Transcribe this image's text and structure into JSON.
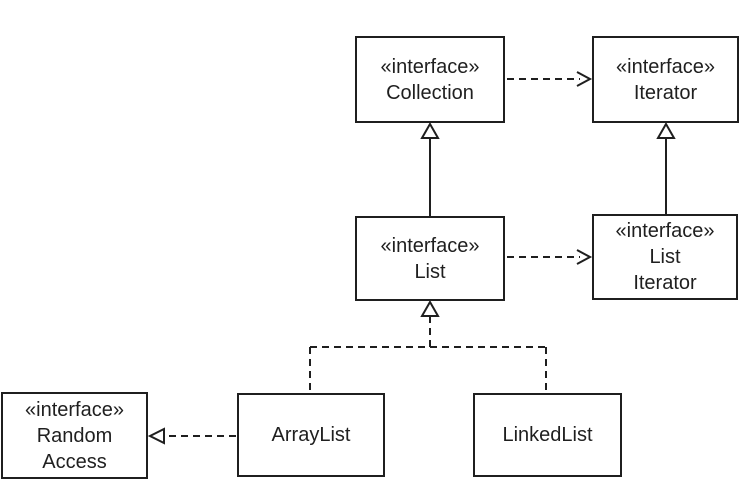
{
  "diagram": {
    "type": "uml-class-diagram",
    "subject": "Java collections interfaces and implementations",
    "colors": {
      "background": "#ffffff",
      "ink": "#1f1f1f"
    },
    "nodes": {
      "collection": {
        "lines": [
          "«interface»",
          "Collection"
        ]
      },
      "iterator": {
        "lines": [
          "«interface»",
          "Iterator"
        ]
      },
      "list": {
        "lines": [
          "«interface»",
          "List"
        ]
      },
      "list_iterator": {
        "lines": [
          "«interface»",
          "List",
          "Iterator"
        ]
      },
      "random_access": {
        "lines": [
          "«interface»",
          "Random",
          "Access"
        ]
      },
      "array_list": {
        "lines": [
          "ArrayList"
        ]
      },
      "linked_list": {
        "lines": [
          "LinkedList"
        ]
      }
    },
    "relationships": [
      {
        "from": "Collection",
        "to": "Iterator",
        "kind": "dependency",
        "style": "dashed-open-arrow"
      },
      {
        "from": "List",
        "to": "Collection",
        "kind": "generalization",
        "style": "solid-hollow-triangle"
      },
      {
        "from": "ListIterator",
        "to": "Iterator",
        "kind": "generalization",
        "style": "solid-hollow-triangle"
      },
      {
        "from": "List",
        "to": "ListIterator",
        "kind": "dependency",
        "style": "dashed-open-arrow"
      },
      {
        "from": "ArrayList",
        "to": "List",
        "kind": "realization",
        "style": "dashed-hollow-triangle"
      },
      {
        "from": "LinkedList",
        "to": "List",
        "kind": "realization",
        "style": "dashed-hollow-triangle"
      },
      {
        "from": "ArrayList",
        "to": "RandomAccess",
        "kind": "realization",
        "style": "dashed-hollow-triangle"
      }
    ]
  }
}
